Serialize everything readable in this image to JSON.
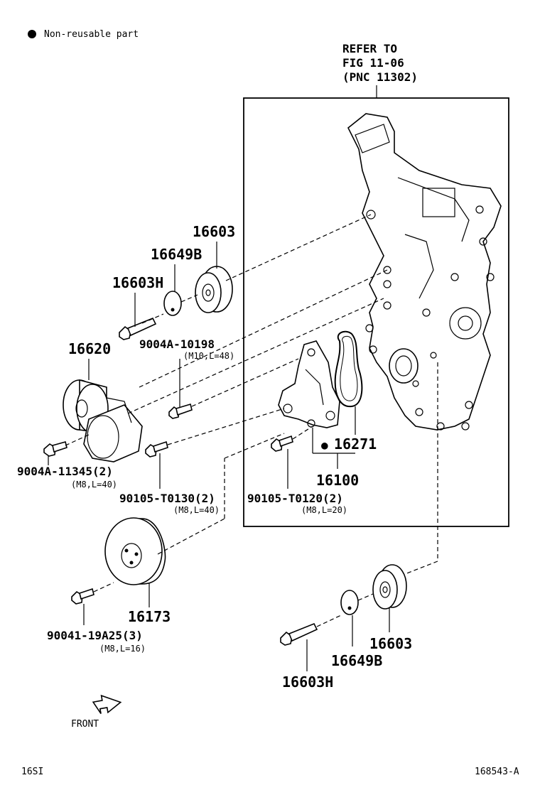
{
  "legend": {
    "symbol": "●",
    "text": "Non-reusable part"
  },
  "refer_note": [
    "REFER TO",
    "FIG 11-06",
    "(PNC 11302)"
  ],
  "parts": {
    "p16603_top": "16603",
    "p16649B_top": "16649B",
    "p16603H_top": "16603H",
    "p16620": "16620",
    "p9004A10198": "9004A-10198",
    "p9004A10198_spec": "(M10,L=48)",
    "p9004A11345": "9004A-11345(2)",
    "p9004A11345_spec": "(M8,L=40)",
    "p90105T0130": "90105-T0130(2)",
    "p90105T0130_spec": "(M8,L=40)",
    "p90105T0120": "90105-T0120(2)",
    "p90105T0120_spec": "(M8,L=20)",
    "p16271": "16271",
    "p16271_mark": "●",
    "p16100": "16100",
    "p16173": "16173",
    "p9004119A25": "90041-19A25(3)",
    "p9004119A25_spec": "(M8,L=16)",
    "p16603_bot": "16603",
    "p16649B_bot": "16649B",
    "p16603H_bot": "16603H"
  },
  "front_label": "FRONT",
  "footer": {
    "left": "16SI",
    "right": "168543-A"
  }
}
